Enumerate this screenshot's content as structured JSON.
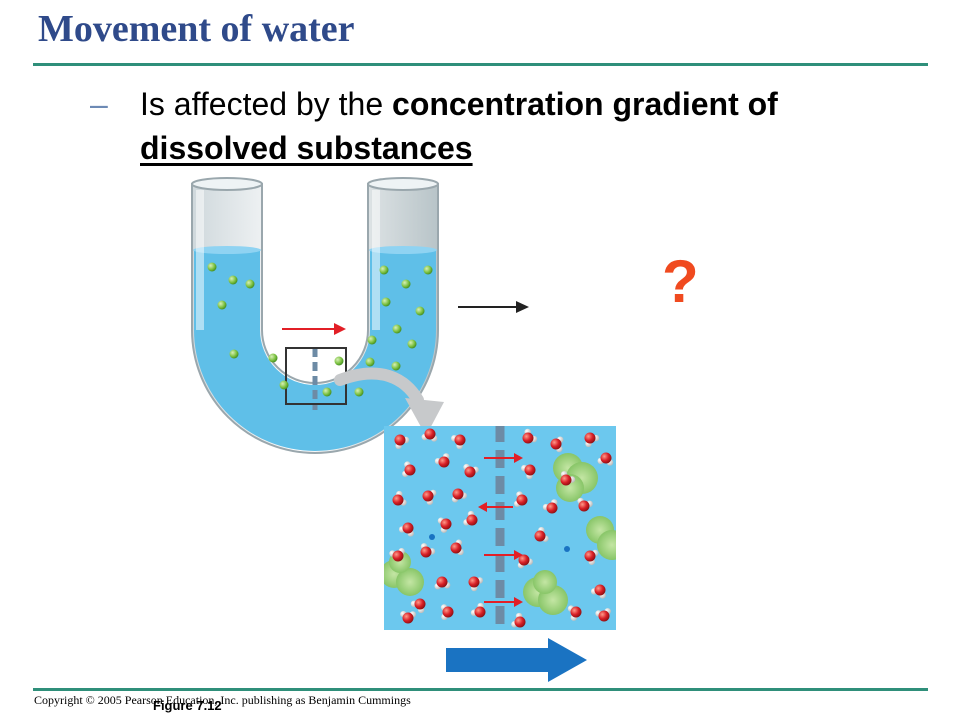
{
  "slide": {
    "title": "Movement of water",
    "bullet": {
      "dash": "–",
      "text_plain": "Is affected by the ",
      "text_bold_line1": "concentration gradient of",
      "text_bold_line2": "dissolved substances"
    },
    "question_mark": "?",
    "footer": {
      "copyright": "Copyright © 2005 Pearson Education, Inc. publishing as Benjamin Cummings",
      "figure_label": "Figure 7.12"
    }
  },
  "colors": {
    "title": "#2f4a8a",
    "rule": "#2f8f7a",
    "solution": "#5fbfe8",
    "solute": "#7dc242",
    "water_oxygen": "#d92027",
    "membrane": "#6d8ba5",
    "red_arrow": "#e21f26",
    "blue_arrow": "#1a73c2",
    "question": "#f04a1f"
  }
}
